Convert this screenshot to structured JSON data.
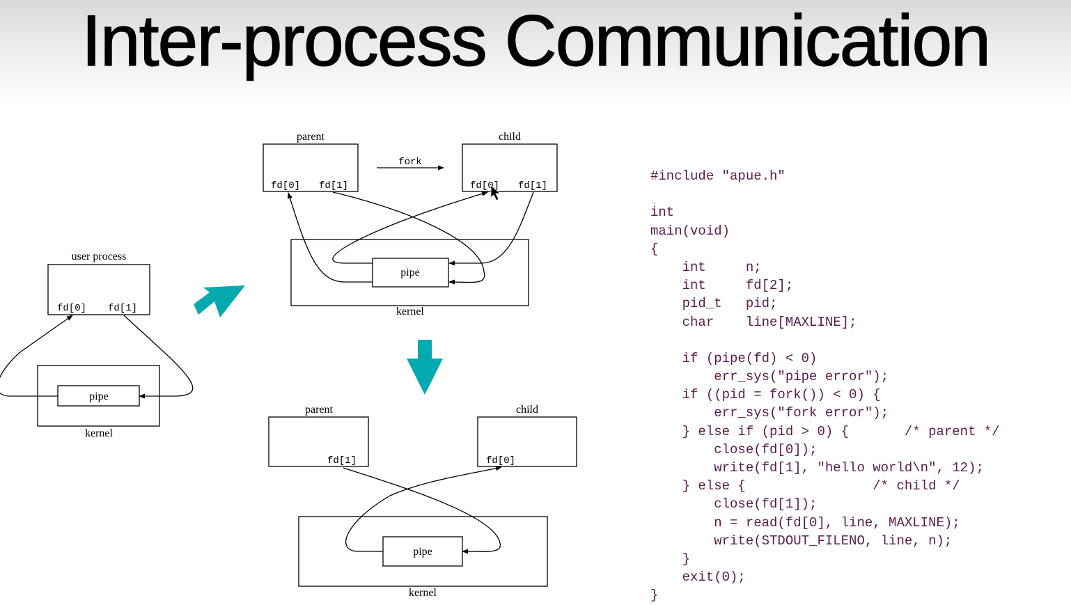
{
  "slide": {
    "title": "Inter-process Communication"
  },
  "diagram_single": {
    "process_label": "user process",
    "fd0": "fd[0]",
    "fd1": "fd[1]",
    "pipe_label": "pipe",
    "kernel_label": "kernel"
  },
  "diagram_fork": {
    "parent_label": "parent",
    "child_label": "child",
    "fork_label": "fork",
    "parent_fd0": "fd[0]",
    "parent_fd1": "fd[1]",
    "child_fd0": "fd[0]",
    "child_fd1": "fd[1]",
    "pipe_label": "pipe",
    "kernel_label": "kernel"
  },
  "diagram_closed": {
    "parent_label": "parent",
    "child_label": "child",
    "parent_fd1": "fd[1]",
    "child_fd0": "fd[0]",
    "pipe_label": "pipe",
    "kernel_label": "kernel"
  },
  "arrows": {
    "color": "#00aaaf"
  },
  "code_color": "#5c1a4a",
  "code_lines": [
    "#include \"apue.h\"",
    "",
    "int",
    "main(void)",
    "{",
    "    int     n;",
    "    int     fd[2];",
    "    pid_t   pid;",
    "    char    line[MAXLINE];",
    "",
    "    if (pipe(fd) < 0)",
    "        err_sys(\"pipe error\");",
    "    if ((pid = fork()) < 0) {",
    "        err_sys(\"fork error\");",
    "    } else if (pid > 0) {       /* parent */",
    "        close(fd[0]);",
    "        write(fd[1], \"hello world\\n\", 12);",
    "    } else {                /* child */",
    "        close(fd[1]);",
    "        n = read(fd[0], line, MAXLINE);",
    "        write(STDOUT_FILENO, line, n);",
    "    }",
    "    exit(0);",
    "}"
  ]
}
